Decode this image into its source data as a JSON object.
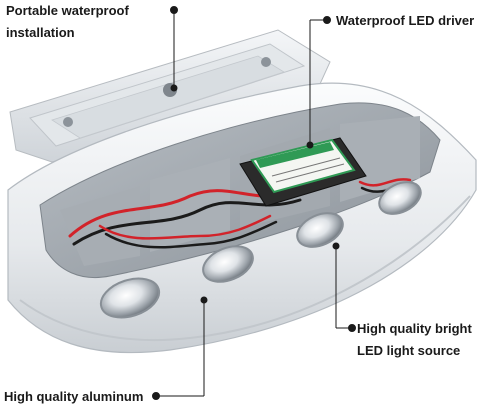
{
  "annotations": {
    "portable": {
      "lines": [
        "Portable waterproof",
        "installation"
      ]
    },
    "driver": {
      "lines": [
        "Waterproof LED driver"
      ]
    },
    "led": {
      "lines": [
        "High quality bright",
        "LED light source"
      ]
    },
    "aluminum": {
      "lines": [
        "High quality aluminum"
      ]
    }
  },
  "colors": {
    "housing": "#eef0f2",
    "housing_shadow": "#b9bec4",
    "interior": "#9aa1a8",
    "wire_red": "#d2232a",
    "wire_black": "#1b1b1b",
    "driver_label": "#2f9a55",
    "lens": "#c8ced4",
    "marker": "#1a1a1a"
  },
  "icons": [
    "led-lens-icon",
    "screw-hole-icon"
  ]
}
